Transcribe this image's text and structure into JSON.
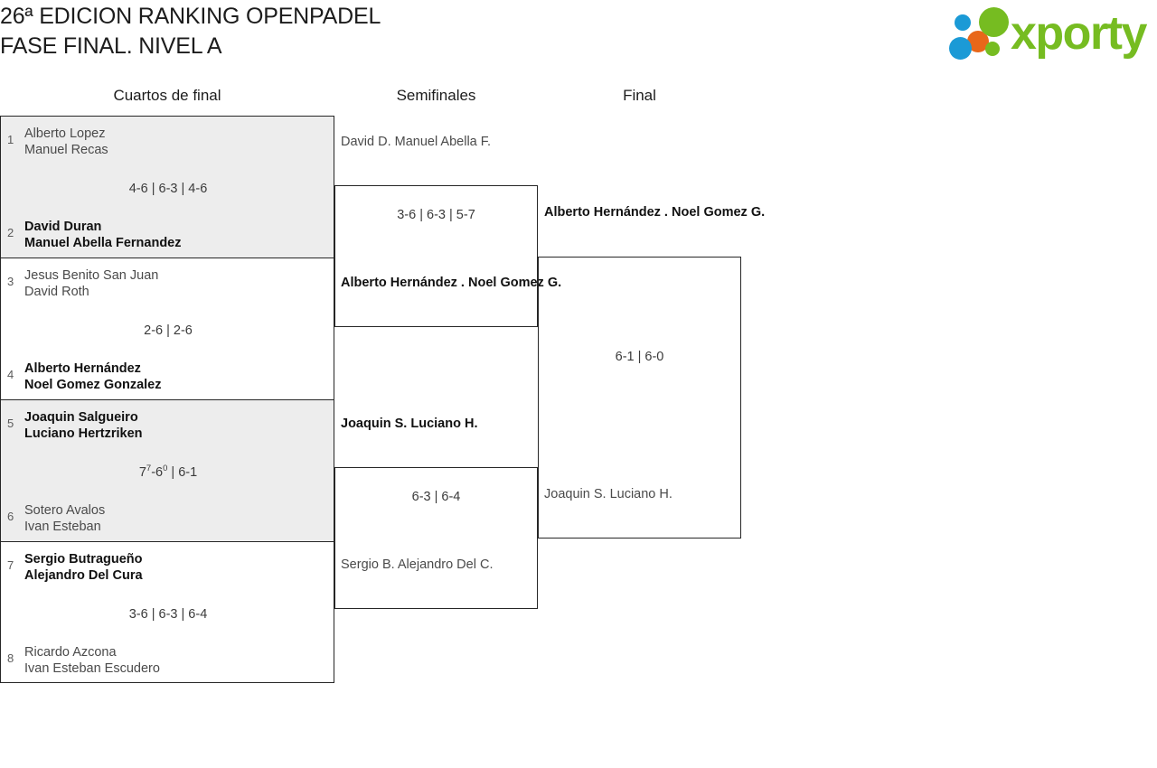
{
  "header": {
    "title_line1": "26ª EDICION RANKING OPENPADEL",
    "title_line2": "FASE FINAL. NIVEL A",
    "logo_text": "xporty",
    "logo_colors": {
      "green": "#76bc21",
      "blue": "#1b9ad6",
      "orange": "#e8671a"
    }
  },
  "rounds": {
    "quarterfinals_label": "Cuartos de final",
    "semifinals_label": "Semifinales",
    "final_label": "Final"
  },
  "quarterfinals": [
    {
      "seed_top": "1",
      "top_p1": "Alberto Lopez",
      "top_p2": "Manuel Recas",
      "top_winner": false,
      "seed_bottom": "2",
      "bottom_p1": "David Duran",
      "bottom_p2": "Manuel Abella Fernandez",
      "bottom_winner": true,
      "score": "4-6 | 6-3 | 4-6"
    },
    {
      "seed_top": "3",
      "top_p1": "Jesus Benito San Juan",
      "top_p2": "David Roth",
      "top_winner": false,
      "seed_bottom": "4",
      "bottom_p1": "Alberto Hernández",
      "bottom_p2": "Noel Gomez Gonzalez",
      "bottom_winner": true,
      "score": "2-6 | 2-6"
    },
    {
      "seed_top": "5",
      "top_p1": "Joaquin Salgueiro",
      "top_p2": "Luciano Hertzriken",
      "top_winner": true,
      "seed_bottom": "6",
      "bottom_p1": "Sotero Avalos",
      "bottom_p2": "Ivan Esteban",
      "bottom_winner": false,
      "score_prefix": "7",
      "score_sup1": "7",
      "score_mid": "-6",
      "score_sup2": "0",
      "score_suffix": " | 6-1"
    },
    {
      "seed_top": "7",
      "top_p1": "Sergio Butragueño",
      "top_p2": "Alejandro Del Cura",
      "top_winner": true,
      "seed_bottom": "8",
      "bottom_p1": "Ricardo Azcona",
      "bottom_p2": "Ivan Esteban Escudero",
      "bottom_winner": false,
      "score": "3-6 | 6-3 | 6-4"
    }
  ],
  "semifinals": [
    {
      "top_p1": "David D.",
      "top_p2": "Manuel Abella F.",
      "top_winner": false,
      "bottom_p1": "Alberto Hernández .",
      "bottom_p2": "Noel Gomez G.",
      "bottom_winner": true,
      "score": "3-6 | 6-3 | 5-7"
    },
    {
      "top_p1": "Joaquin S.",
      "top_p2": "Luciano H.",
      "top_winner": true,
      "bottom_p1": "Sergio B.",
      "bottom_p2": "Alejandro Del C.",
      "bottom_winner": false,
      "score": "6-3 | 6-4"
    }
  ],
  "final": {
    "top_p1": "Alberto Hernández .",
    "top_p2": "Noel Gomez G.",
    "top_winner": true,
    "bottom_p1": "Joaquin S.",
    "bottom_p2": "Luciano H.",
    "bottom_winner": false,
    "score": "6-1 | 6-0"
  }
}
